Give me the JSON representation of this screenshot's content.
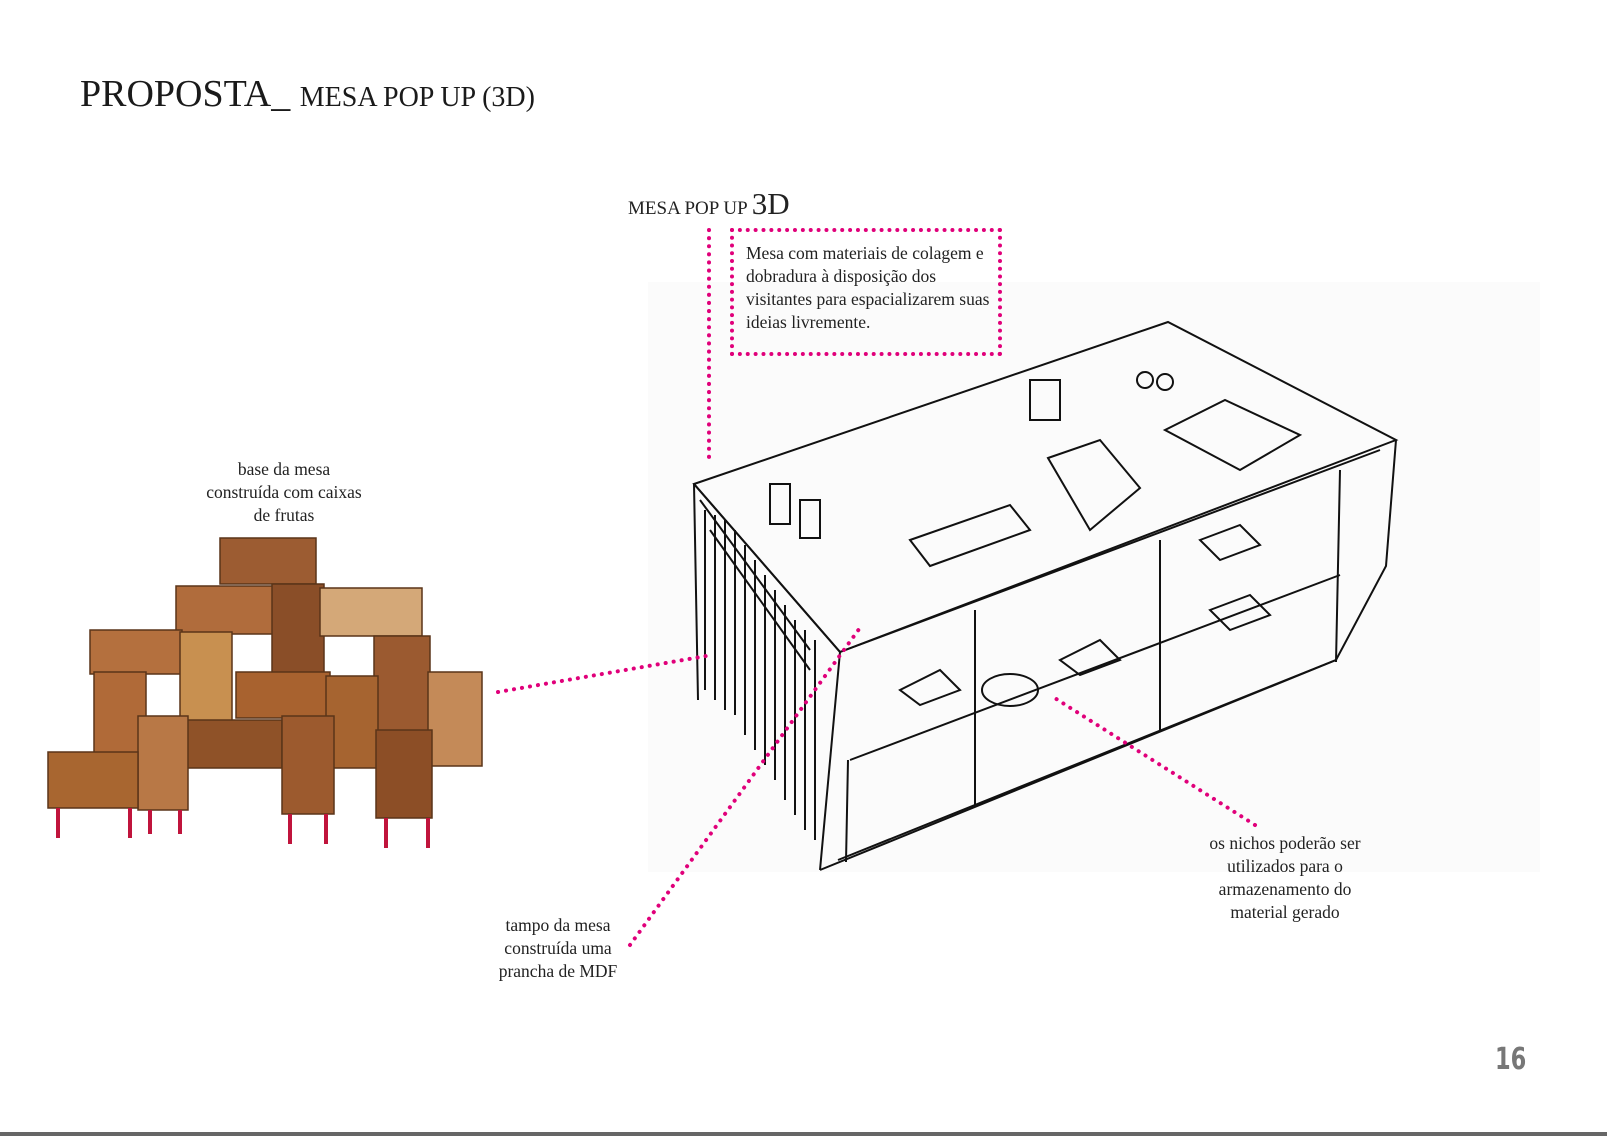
{
  "title": {
    "main": "PROPOSTA_",
    "sub": "MESA POP UP (3D)"
  },
  "subheading": {
    "text": "MESA POP UP",
    "emphasis": "3D"
  },
  "description": "Mesa com materiais de colagem e dobradura à disposição dos visitantes para espacializarem suas ideias livremente.",
  "captions": {
    "base": "base da mesa construída com caixas de frutas",
    "tampo": "tampo da mesa construída uma prancha de MDF",
    "nichos": "os nichos poderão ser utilizados para o armazenamento do material gerado"
  },
  "page_number": "16",
  "colors": {
    "accent": "#e0007a",
    "wood": "#a9673a",
    "text": "#222222"
  }
}
